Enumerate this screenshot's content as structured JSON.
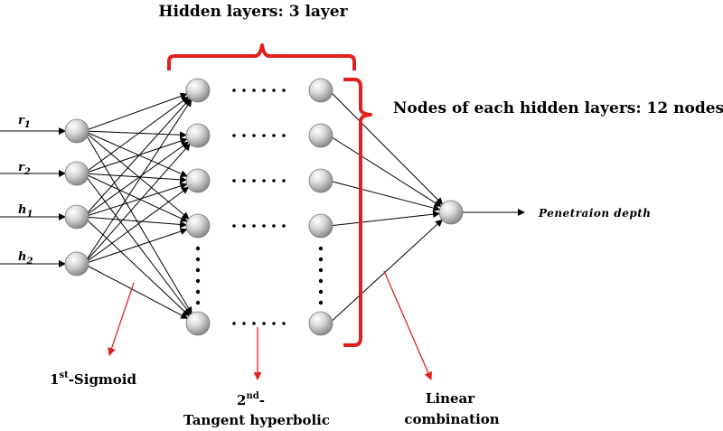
{
  "title": "Hidden layers: 3 layer",
  "nodes_label": "Nodes of each hidden layers: 12 nodes",
  "inputs": [
    {
      "base": "r",
      "sub": "1"
    },
    {
      "base": "r",
      "sub": "2"
    },
    {
      "base": "h",
      "sub": "1"
    },
    {
      "base": "h",
      "sub": "2"
    }
  ],
  "output_label": "Penetraion depth",
  "sigmoid": {
    "number": "1",
    "suffix": "st",
    "text": "-Sigmoid"
  },
  "tangent": {
    "number": "2",
    "suffix": "nd",
    "text": "-",
    "line2": "Tangent hyperbolic"
  },
  "linear": {
    "line1": "Linear",
    "line2": "combination"
  },
  "colors": {
    "bracket": "#e02020",
    "pointer": "#e02020",
    "line": "#000000",
    "node_light": "#ffffff",
    "node_dark": "#9a9a9a"
  }
}
